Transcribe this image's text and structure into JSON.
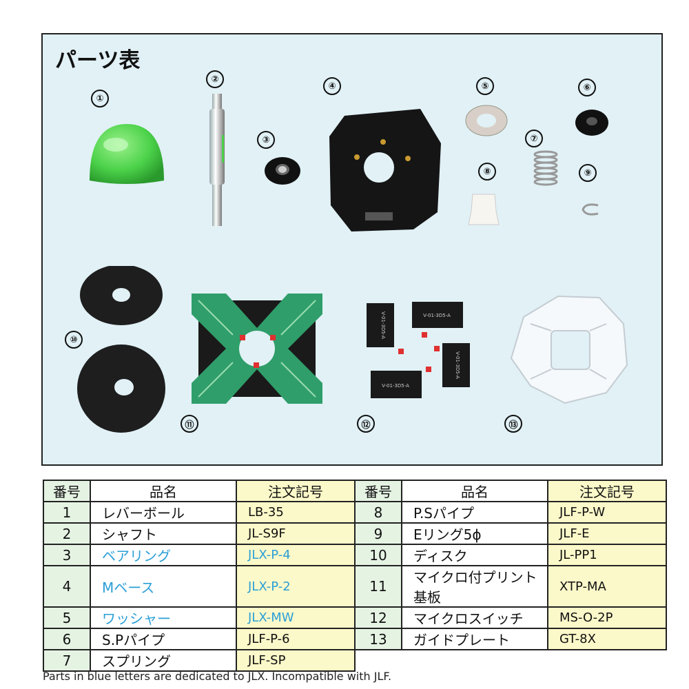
{
  "panel": {
    "title": "パーツ表",
    "markers": [
      "①",
      "②",
      "③",
      "④",
      "⑤",
      "⑥",
      "⑦",
      "⑧",
      "⑨",
      "⑩",
      "⑪",
      "⑫",
      "⑬"
    ],
    "chip_labels": [
      "V-01-3D5-A",
      "V-01-3D5-A",
      "V-01-3D5-A",
      "V-01-3D5-A"
    ]
  },
  "table": {
    "headers": [
      "番号",
      "品名",
      "注文記号"
    ],
    "left_rows": [
      {
        "no": "1",
        "name": "レバーボール",
        "code": "LB-35",
        "jlx": false
      },
      {
        "no": "2",
        "name": "シャフト",
        "code": "JL-S9F",
        "jlx": false
      },
      {
        "no": "3",
        "name": "ベアリング",
        "code": "JLX-P-4",
        "jlx": true
      },
      {
        "no": "4",
        "name": "Mベース",
        "code": "JLX-P-2",
        "jlx": true
      },
      {
        "no": "5",
        "name": "ワッシャー",
        "code": "JLX-MW",
        "jlx": true
      },
      {
        "no": "6",
        "name": "S.Pパイプ",
        "code": "JLF-P-6",
        "jlx": false
      },
      {
        "no": "7",
        "name": "スプリング",
        "code": "JLF-SP",
        "jlx": false
      }
    ],
    "right_rows": [
      {
        "no": "8",
        "name": "P.Sパイプ",
        "code": "JLF-P-W"
      },
      {
        "no": "9",
        "name": "Eリング5ϕ",
        "code": "JLF-E"
      },
      {
        "no": "10",
        "name": "ディスク",
        "code": "JL-PP1"
      },
      {
        "no": "11",
        "name": "マイクロ付プリント基板",
        "code": "XTP-MA"
      },
      {
        "no": "12",
        "name": "マイクロスイッチ",
        "code": "MS-O-2P"
      },
      {
        "no": "13",
        "name": "ガイドプレート",
        "code": "GT-8X"
      }
    ],
    "blue_color": "#2a9fd6"
  },
  "footnote": "Parts in blue letters are dedicated to JLX. Incompatible with JLF."
}
